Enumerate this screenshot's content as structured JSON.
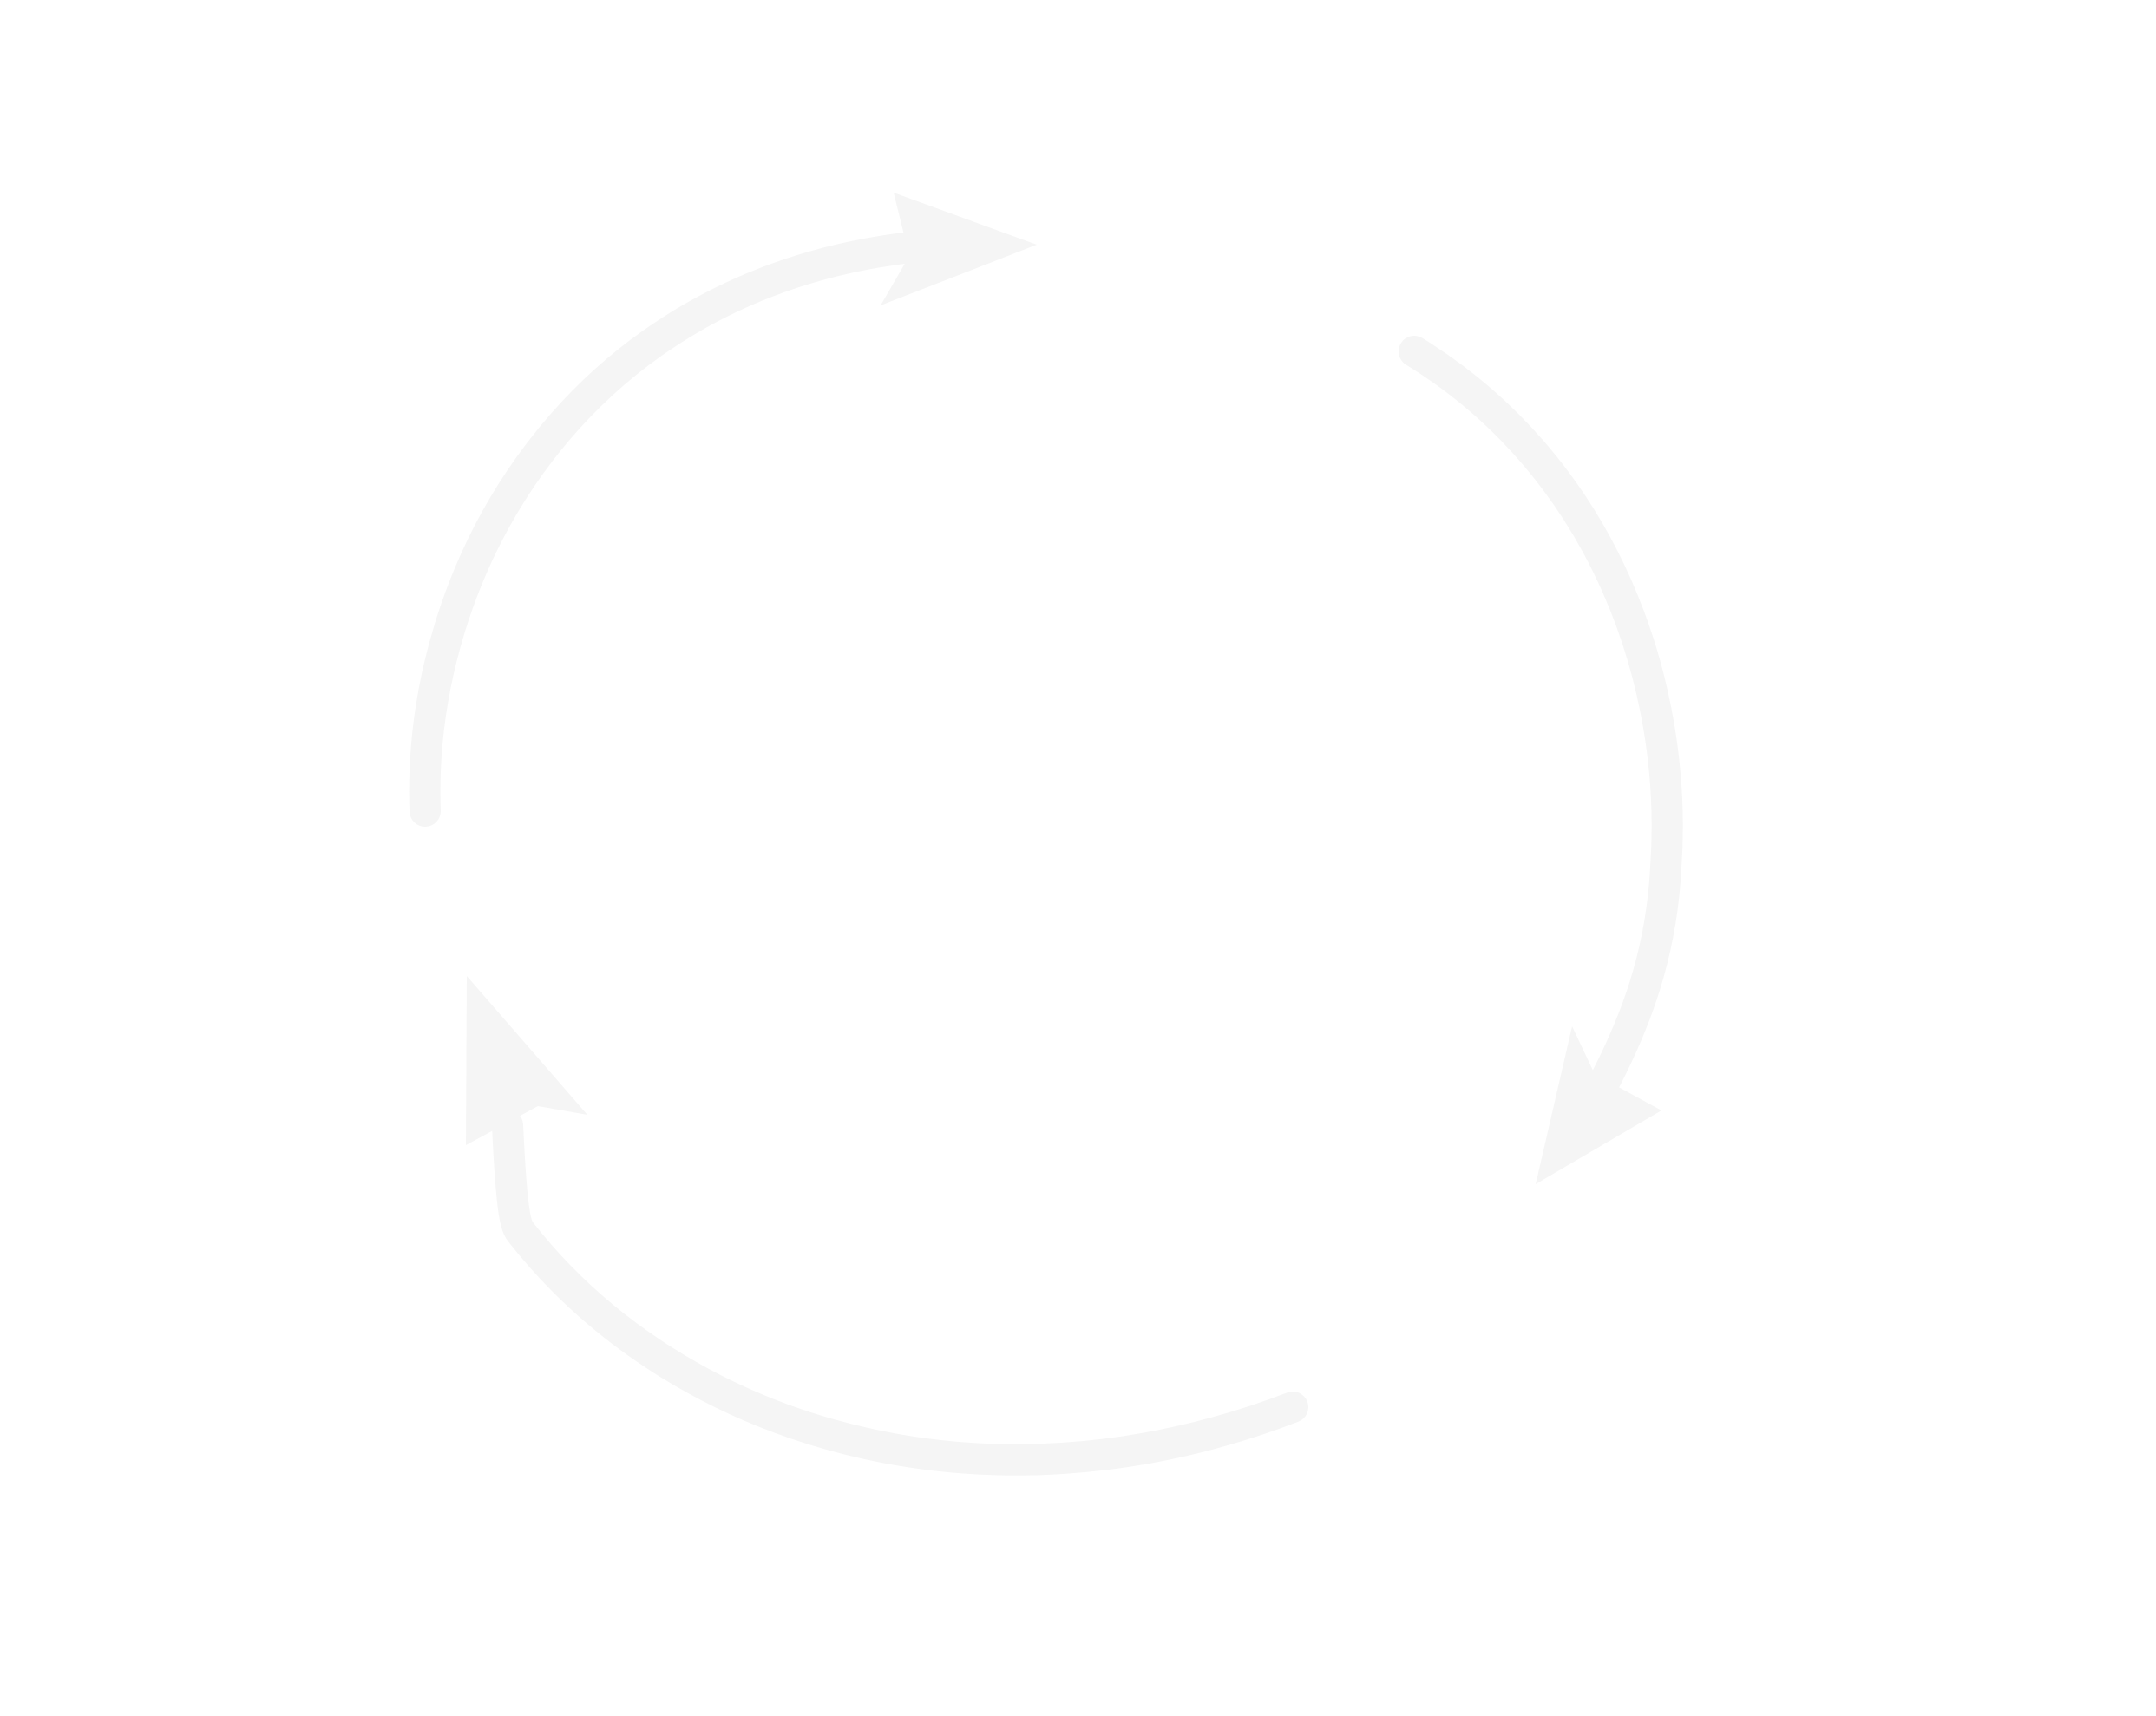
{
  "diagram": {
    "type": "cycle",
    "arrow_count": 3,
    "direction": "clockwise",
    "labels": []
  },
  "colors": {
    "background": "#ffffff",
    "arrow": "#f5f5f5"
  }
}
